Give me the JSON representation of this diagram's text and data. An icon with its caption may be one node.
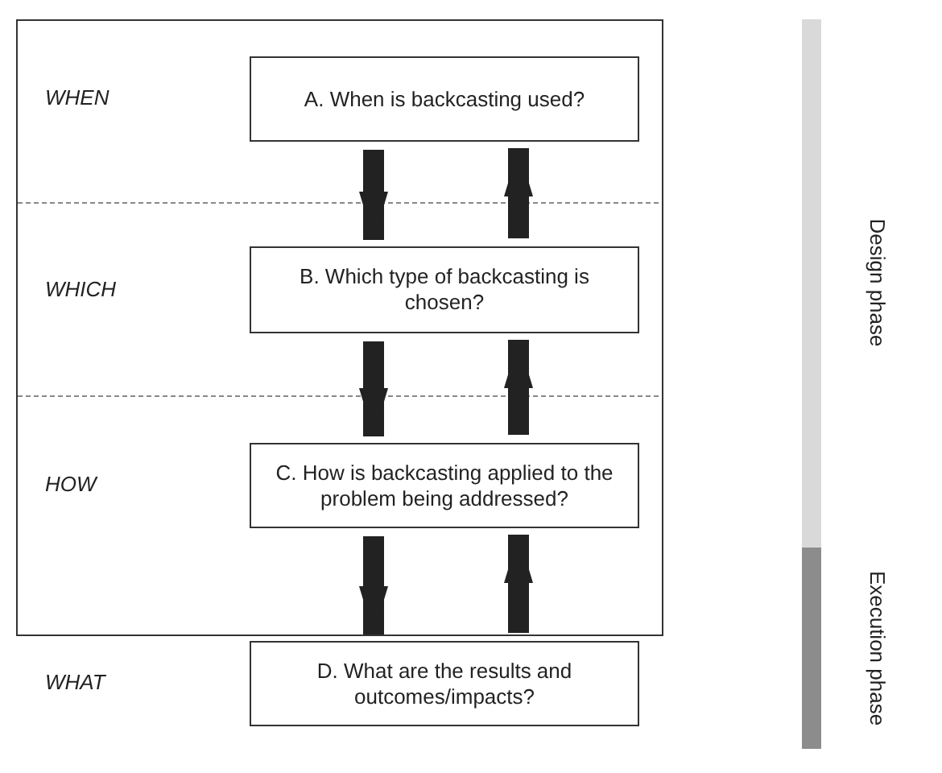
{
  "diagram": {
    "nodes": [
      {
        "text": [],
        "shape": "box"
      },
      {
        "text": [
          "A. When is backcasting used?"
        ],
        "in": 0
      },
      {
        "text": [
          "B. Which type of backcasting is chosen?"
        ],
        "in": 0
      },
      {
        "text": [
          "C. How is backcasting applied to the problem being addressed?"
        ],
        "in": 0
      },
      {
        "text": [
          "D. What are the results and outcomes/impacts?"
        ]
      },
      {
        "text": [
          "Design phase"
        ]
      },
      {
        "text": [
          "Execution phase"
        ]
      }
    ],
    "edges": [
      {
        "from": 1,
        "to": 2,
        "arrow": "to"
      },
      {
        "from": 2,
        "to": 1,
        "arrow": "to"
      },
      {
        "from": 2,
        "to": 3,
        "arrow": "to"
      },
      {
        "from": 3,
        "to": 2,
        "arrow": "to"
      },
      {
        "from": 3,
        "to": 4,
        "arrow": "to"
      },
      {
        "from": 4,
        "to": 3,
        "arrow": "to"
      }
    ],
    "labels": [
      "WHEN",
      "WHICH",
      "HOW",
      "WHAT"
    ]
  }
}
